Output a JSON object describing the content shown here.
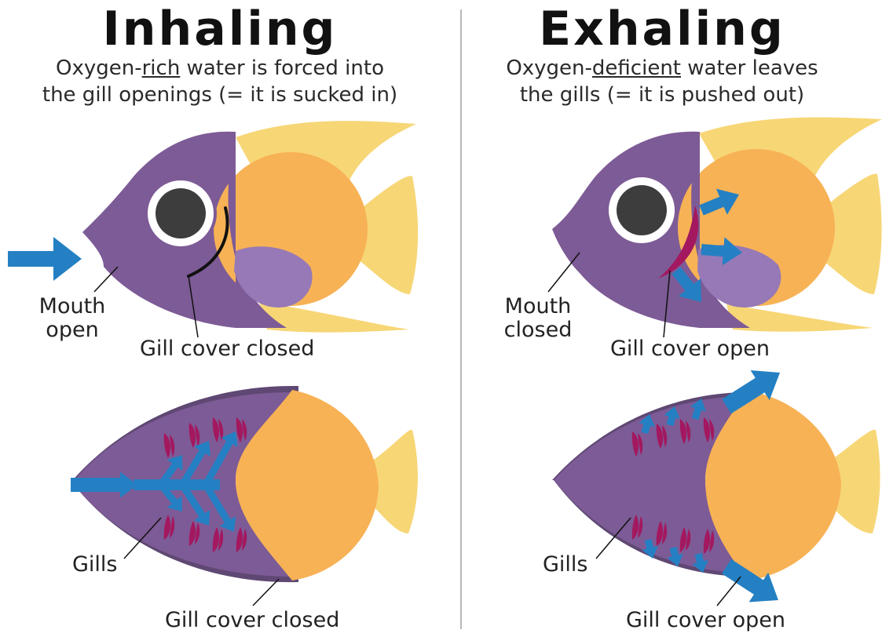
{
  "colors": {
    "fish_body": "#7d5b96",
    "fish_back": "#5f4873",
    "fish_orange": "#f7b255",
    "fin_yellow": "#f7d676",
    "fin_lilac": "#9679b6",
    "arrow_blue": "#2480c3",
    "gill_magenta": "#a3185f",
    "eye_dark": "#3d3d3d"
  },
  "left": {
    "title": "Inhaling",
    "subtitle_line1_pre": "Oxygen-",
    "subtitle_line1_em": "rich",
    "subtitle_line1_post": " water is forced into",
    "subtitle_line2": "the gill openings (= it is sucked in)",
    "mouth_label_1": "Mouth",
    "mouth_label_2": "open",
    "gill_cover_label_top": "Gill cover closed",
    "gills_label": "Gills",
    "gill_cover_label_bottom": "Gill cover closed"
  },
  "right": {
    "title": "Exhaling",
    "subtitle_line1_pre": "Oxygen-",
    "subtitle_line1_em": "deficient",
    "subtitle_line1_post": " water leaves",
    "subtitle_line2": "the gills (= it is pushed out)",
    "mouth_label_1": "Mouth",
    "mouth_label_2": "closed",
    "gill_cover_label_top": "Gill cover open",
    "gills_label": "Gills",
    "gill_cover_label_bottom": "Gill cover open"
  }
}
